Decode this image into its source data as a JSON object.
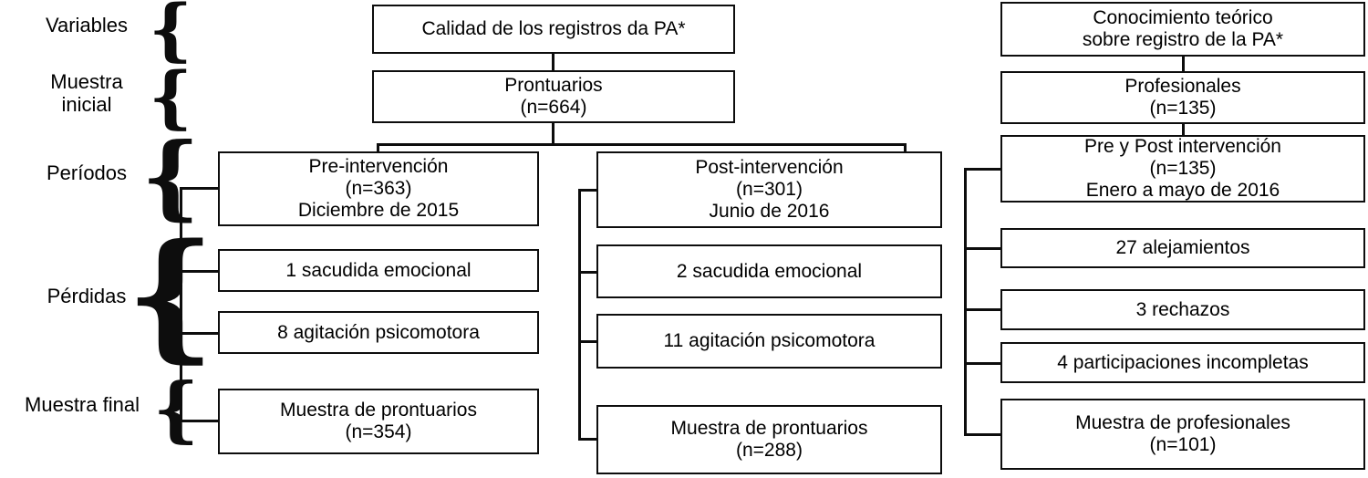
{
  "figure": {
    "type": "flowchart",
    "title": "",
    "language": "es"
  },
  "row_labels": [
    {
      "id": "variables",
      "text": "Variables"
    },
    {
      "id": "muestra-inicial",
      "text": "Muestra\ninicial"
    },
    {
      "id": "periodos",
      "text": "Períodos"
    },
    {
      "id": "perdidas",
      "text": "Pérdidas"
    },
    {
      "id": "muestra-final",
      "text": "Muestra final"
    }
  ],
  "braces": {
    "glyph": "{"
  },
  "boxes": {
    "variable_quality": "Calidad de los registros da PA*",
    "initial_sample_charts": "Prontuarios\n(n=664)",
    "pre_intervention": "Pre-intervención\n(n=363)\nDiciembre de 2015",
    "post_intervention": "Post-intervención\n(n=301)\nJunio de 2016",
    "pre_loss_emotional": "1 sacudida emocional",
    "pre_loss_agitation": "8 agitación psicomotora",
    "pre_final_sample": "Muestra de prontuarios\n(n=354)",
    "post_loss_emotional": "2 sacudida emocional",
    "post_loss_agitation": "11 agitación psicomotora",
    "post_final_sample": "Muestra de prontuarios\n(n=288)",
    "variable_knowledge": "Conocimiento teórico\nsobre registro de la PA*",
    "professionals": "Profesionales\n(n=135)",
    "pre_post_intervention": "Pre y Post intervención\n(n=135)\nEnero a mayo de 2016",
    "loss_withdrawals": "27 alejamientos",
    "loss_refusals": "3 rechazos",
    "loss_incomplete": "4 participaciones incompletas",
    "professionals_final": "Muestra de profesionales\n(n=101)"
  },
  "colors": {
    "stroke": "#0d0d0d",
    "fill": "#ffffff",
    "text": "#000000"
  }
}
